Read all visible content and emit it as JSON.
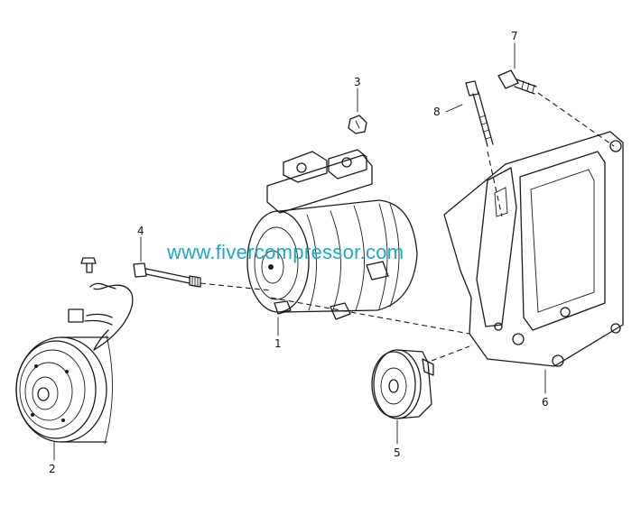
{
  "watermark": "www.fivercompressor.com",
  "parts": [
    {
      "id": "compressor",
      "number": "1"
    },
    {
      "id": "clutch",
      "number": "2"
    },
    {
      "id": "nut",
      "number": "3"
    },
    {
      "id": "long-bolt",
      "number": "4"
    },
    {
      "id": "idler-pulley",
      "number": "5"
    },
    {
      "id": "bracket",
      "number": "6"
    },
    {
      "id": "bracket-bolt",
      "number": "7"
    },
    {
      "id": "mount-bolt",
      "number": "8"
    }
  ]
}
